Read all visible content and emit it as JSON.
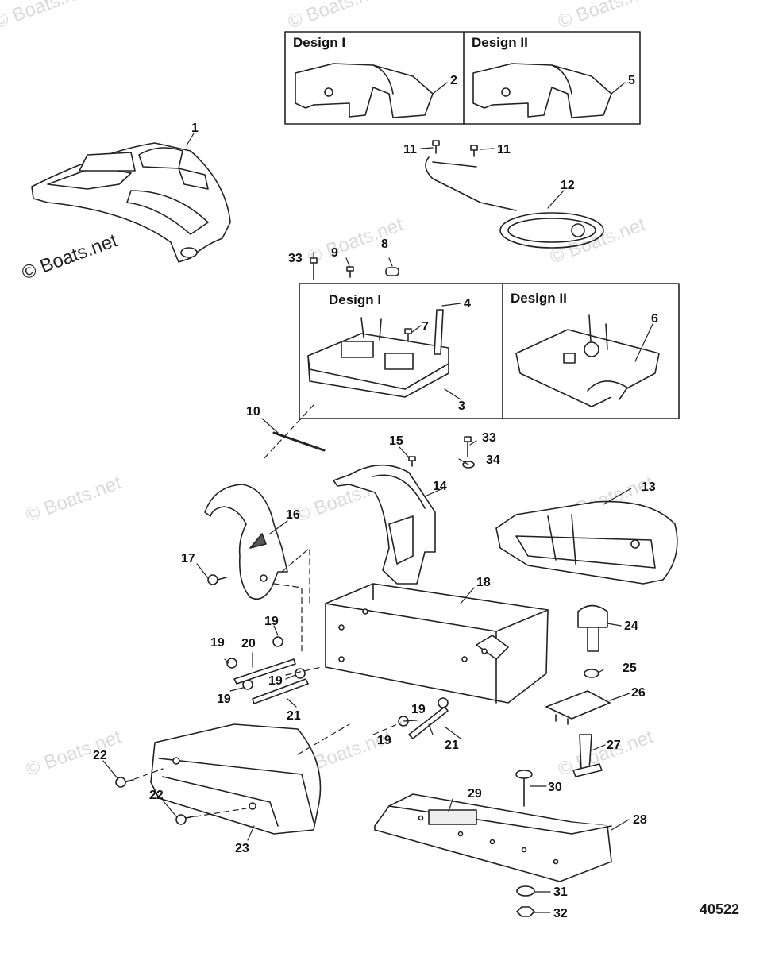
{
  "diagram": {
    "design_boxes": {
      "top_left": "Design I",
      "top_right": "Design II",
      "mid_left": "Design I",
      "mid_right": "Design II"
    },
    "watermark": "© Boats.net",
    "diagram_number": "40522",
    "callouts": [
      "1",
      "2",
      "5",
      "11",
      "11",
      "12",
      "33",
      "9",
      "8",
      "4",
      "7",
      "3",
      "6",
      "10",
      "15",
      "33",
      "34",
      "14",
      "13",
      "16",
      "17",
      "18",
      "24",
      "19",
      "19",
      "20",
      "19",
      "19",
      "21",
      "25",
      "26",
      "19",
      "19",
      "21",
      "27",
      "22",
      "22",
      "23",
      "29",
      "30",
      "28",
      "31",
      "32"
    ]
  }
}
